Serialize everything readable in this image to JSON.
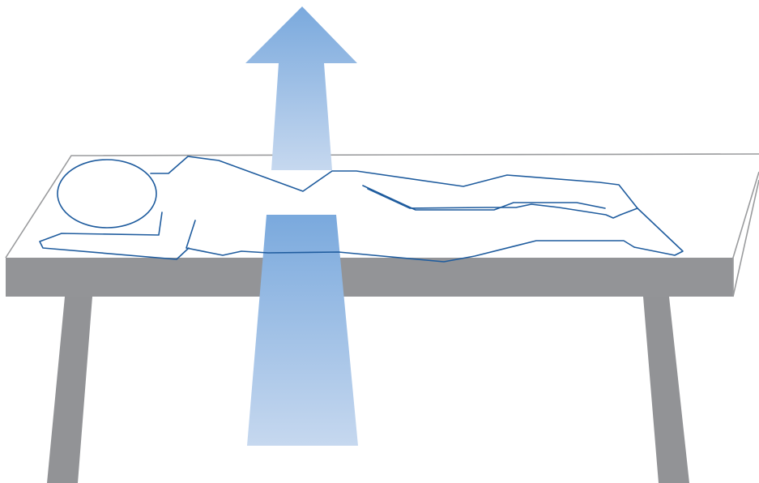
{
  "diagram": {
    "colors": {
      "background": "#ffffff",
      "table_top_surface": "#ffffff",
      "table_outline": "#9a9b9d",
      "table_edge": "#939497",
      "table_legs": "#929396",
      "body_outline": "#1f5c9e",
      "beam_top": "#7aa9dd",
      "beam_bottom": "#c6d8ef"
    },
    "elements": {
      "table": "table",
      "person": "person-lying-on-table",
      "beam": "radiation-beam",
      "arrow": "upward-arrow"
    }
  }
}
